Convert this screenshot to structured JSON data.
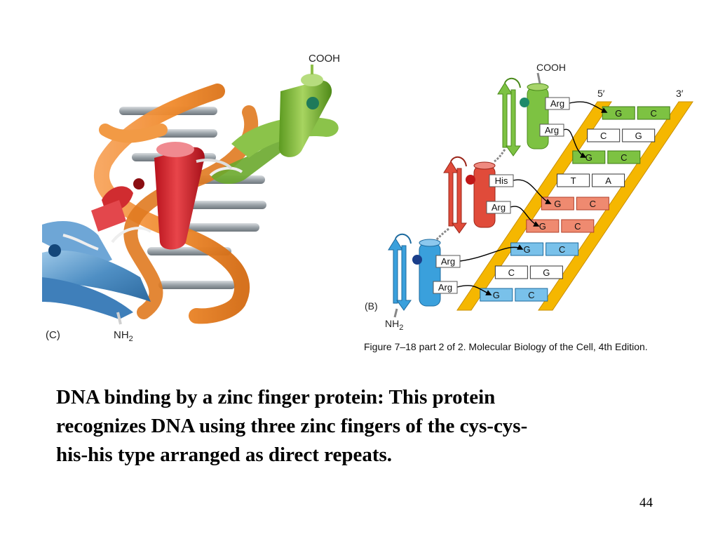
{
  "panel_c": {
    "panel_label": "(C)",
    "top_label": "COOH",
    "bottom_label": "NH",
    "bottom_sub": "2"
  },
  "panel_b": {
    "panel_label": "(B)",
    "cooh_label": "COOH",
    "nh_label": "NH",
    "nh_sub": "2",
    "five_prime": "5′",
    "three_prime": "3′",
    "residues": [
      "Arg",
      "Arg",
      "His",
      "Arg",
      "Arg",
      "Arg"
    ],
    "base_pairs": [
      [
        "G",
        "C"
      ],
      [
        "C",
        "G"
      ],
      [
        "G",
        "C"
      ],
      [
        "T",
        "A"
      ],
      [
        "G",
        "C"
      ],
      [
        "G",
        "C"
      ],
      [
        "G",
        "C"
      ],
      [
        "C",
        "G"
      ],
      [
        "G",
        "C"
      ]
    ],
    "colors": {
      "green": "#7dc242",
      "red": "#e04b3a",
      "blue": "#3aa0dc",
      "backbone": "#f5b700"
    }
  },
  "figure_caption": "Figure 7–18 part 2 of 2. Molecular Biology of the Cell, 4th Edition.",
  "caption": {
    "line1": "DNA binding by a zinc finger protein: This protein",
    "line2": "recognizes DNA using three zinc fingers of the cys-cys-",
    "line3": "his-his type arranged as direct repeats."
  },
  "page_number": "44"
}
